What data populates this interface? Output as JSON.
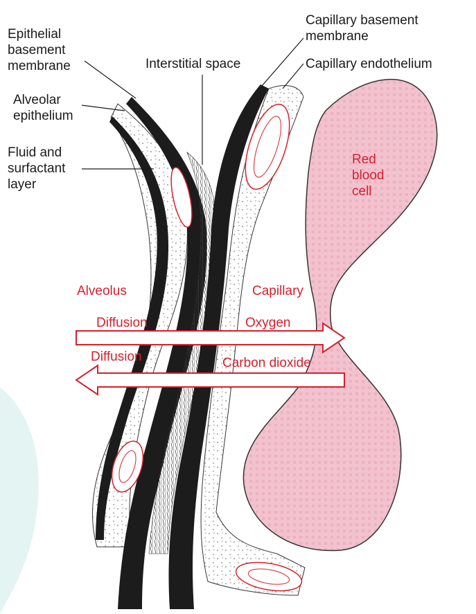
{
  "labels": {
    "epithelial_basement_membrane": "Epithelial\nbasement\nmembrane",
    "interstitial_space": "Interstitial space",
    "capillary_basement_membrane": "Capillary basement\nmembrane",
    "capillary_endothelium": "Capillary endothelium",
    "alveolar_epithelium": "Alveolar\nepithelium",
    "fluid_surfactant_layer": "Fluid and\nsurfactant\nlayer",
    "red_blood_cell": "Red\nblood\ncell",
    "alveolus": "Alveolus",
    "capillary": "Capillary",
    "diffusion_top": "Diffusion",
    "oxygen": "Oxygen",
    "diffusion_bottom": "Diffusion",
    "carbon_dioxide": "Carbon dioxide"
  },
  "colors": {
    "label_text": "#1a1a1a",
    "accent_red": "#d4202c",
    "red_blood_cell_fill": "#f2c2ce",
    "membrane_dark": "#1c1c1c",
    "tissue_fill": "#ffffff",
    "stipple": "#555555",
    "cyan_tint": "#e3f4f3"
  },
  "arrows": [
    {
      "name": "oxygen-diffusion-arrow",
      "direction": "right",
      "color": "#d4202c"
    },
    {
      "name": "carbon-dioxide-diffusion-arrow",
      "direction": "left",
      "color": "#d4202c"
    }
  ]
}
